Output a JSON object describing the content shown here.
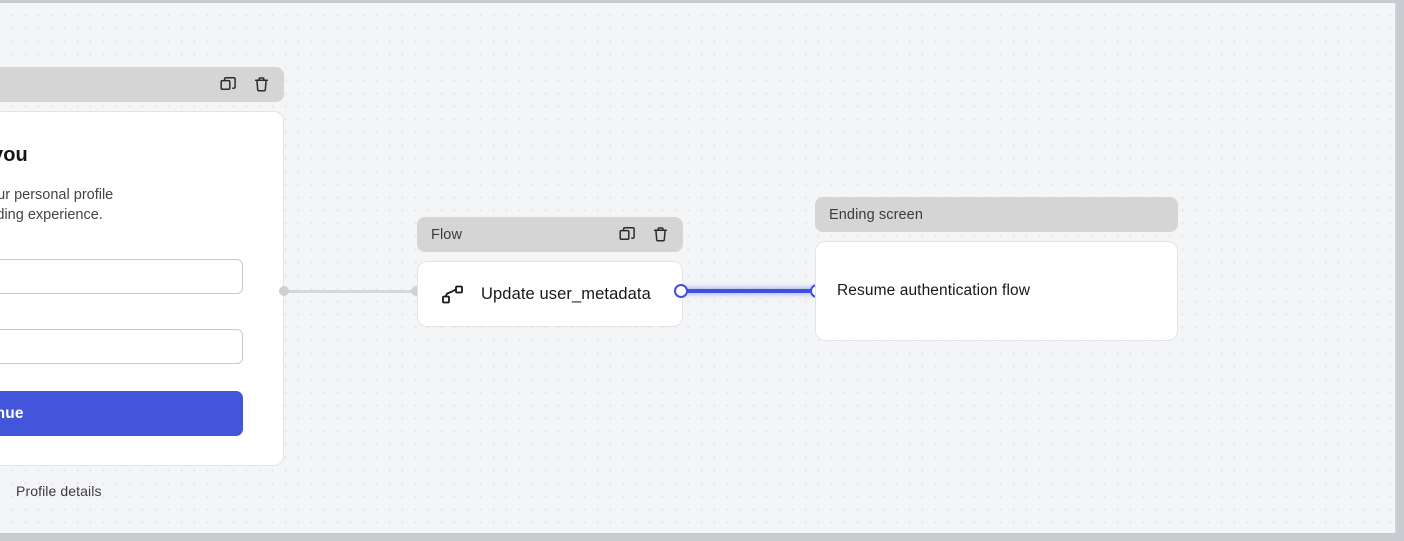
{
  "canvas": {
    "background_color": "#f4f5f7",
    "dot_color": "#e4e6ea",
    "accent_color": "#4355db",
    "header_color": "#d5d5d6"
  },
  "nodes": {
    "left_screen": {
      "header_title": "",
      "caption": "Profile details",
      "card": {
        "title": "t about you",
        "subtitle_line_1": " complete your personal profile",
        "subtitle_line_2": "your onboarding experience.",
        "field_1_value": "",
        "field_1_placeholder": "",
        "field_2_value": "",
        "field_2_placeholder": "",
        "button_label": "Continue"
      },
      "actions": {
        "duplicate": "duplicate-icon",
        "delete": "trash-icon"
      }
    },
    "flow": {
      "header_title": "Flow",
      "icon": "flow-node-icon",
      "label": "Update user_metadata",
      "actions": {
        "duplicate": "duplicate-icon",
        "delete": "trash-icon"
      }
    },
    "ending_screen": {
      "header_title": "Ending screen",
      "label": "Resume authentication flow"
    }
  },
  "edges": [
    {
      "id": "edge-gray",
      "from": "left_screen",
      "to": "flow",
      "color": "#d6d7da",
      "selected": false
    },
    {
      "id": "edge-blue",
      "from": "flow",
      "to": "ending_screen",
      "color": "#3f4fe0",
      "selected": true
    }
  ]
}
